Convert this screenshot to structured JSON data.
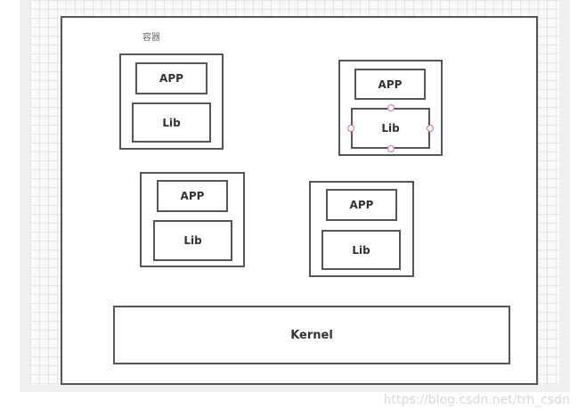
{
  "diagram": {
    "container_label": "容器",
    "containers": [
      {
        "app": "APP",
        "lib": "Lib"
      },
      {
        "app": "APP",
        "lib": "Lib"
      },
      {
        "app": "APP",
        "lib": "Lib"
      },
      {
        "app": "APP",
        "lib": "Lib"
      }
    ],
    "kernel": "Kernel"
  },
  "watermark": "https://blog.csdn.net/trh_csdn"
}
